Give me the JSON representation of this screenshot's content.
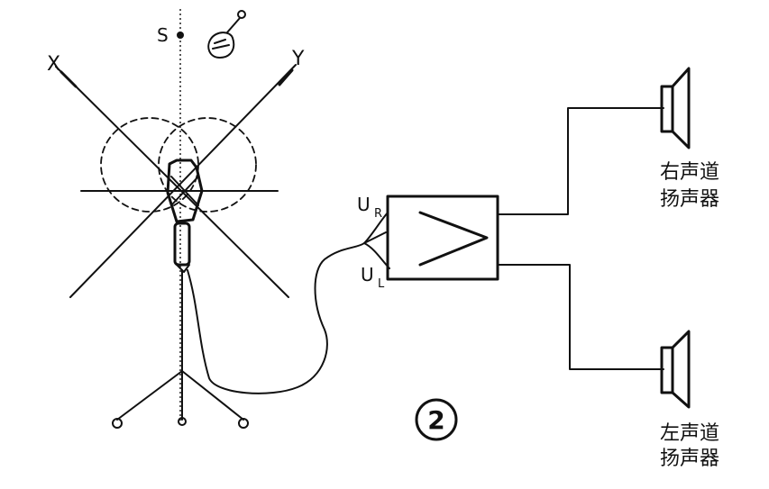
{
  "labels": {
    "source": "S",
    "axis_x": "X",
    "axis_y": "Y",
    "input_right": "U",
    "input_right_sub": "R",
    "input_left": "U",
    "input_left_sub": "L",
    "figure_number": "2",
    "right_speaker_line1": "右声道",
    "right_speaker_line2": "扬声器",
    "left_speaker_line1": "左声道",
    "left_speaker_line2": "扬声器"
  }
}
